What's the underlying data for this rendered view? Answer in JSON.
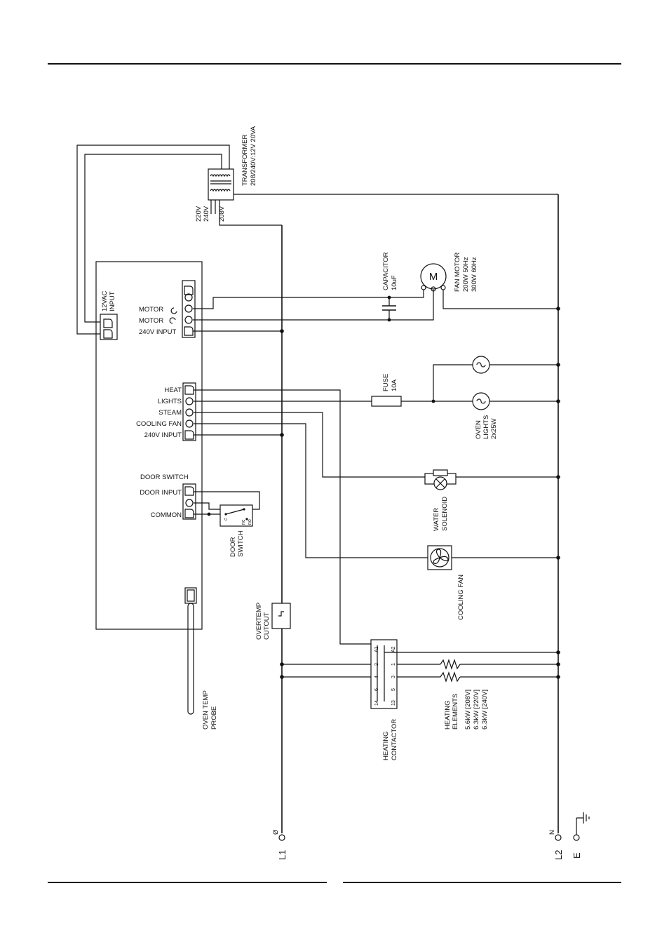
{
  "labels": {
    "transformer": "TRANSFORMER",
    "transformer_rating": "208/240V:12V 20VA",
    "tap_220": "220V",
    "tap_240": "240V",
    "tap_208": "208V",
    "vac_input_1": "12VAC",
    "vac_input_2": "INPUT",
    "motor_cw": "MOTOR",
    "motor_ccw": "MOTOR",
    "input_240_top": "240V INPUT",
    "capacitor": "CAPACITOR",
    "capacitor_value": "10uF",
    "motor_symbol": "M",
    "fan_motor": "FAN MOTOR",
    "fan_motor_50": "200W 50Hz",
    "fan_motor_60": "300W 60Hz",
    "heat": "HEAT",
    "lights": "LIGHTS",
    "steam": "STEAM",
    "cooling_fan_term": "COOLING FAN",
    "input_240_mid": "240V INPUT",
    "fuse": "FUSE",
    "fuse_value": "10A",
    "oven_lights_1": "OVEN",
    "oven_lights_2": "LIGHTS",
    "oven_lights_3": "2x25W",
    "door_switch_header": "DOOR SWITCH",
    "door_input": "DOOR INPUT",
    "common": "COMMON",
    "door_switch_1": "DOOR",
    "door_switch_2": "SWITCH",
    "water_1": "WATER",
    "water_2": "SOLENOID",
    "cooling_fan_label": "COOLING FAN",
    "overtemp_1": "OVERTEMP",
    "overtemp_2": "CUTOUT",
    "probe_1": "OVEN TEMP",
    "probe_2": "PROBE",
    "contactor_1": "HEATING",
    "contactor_2": "CONTACTOR",
    "elements_1": "HEATING",
    "elements_2": "ELEMENTS",
    "elements_208": "5.6kW [208V]",
    "elements_220": "6.3kW [220V]",
    "elements_240": "6.3kW [240V]",
    "l1": "L1",
    "l1_phase": "Ø",
    "l2": "L2",
    "l2_neutral": "N",
    "earth": "E",
    "sw_c": "c",
    "sw_nc": "nc",
    "sw_no": "no",
    "ct_14": "14",
    "ct_6": "6",
    "ct_4": "4",
    "ct_2": "2",
    "ct_a1": "A1",
    "ct_13": "13",
    "ct_5": "5",
    "ct_3": "3",
    "ct_1": "1",
    "ct_a2": "A2"
  }
}
